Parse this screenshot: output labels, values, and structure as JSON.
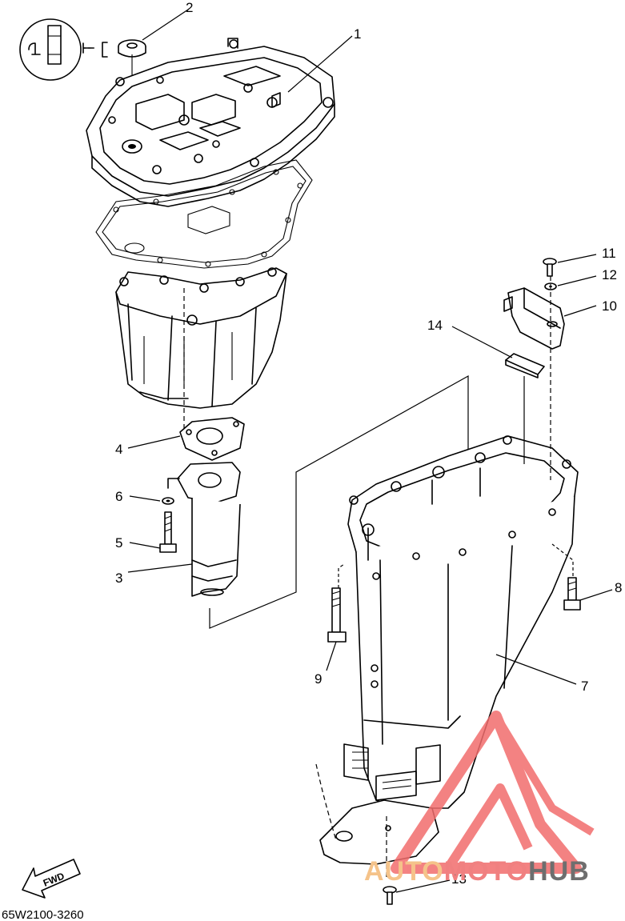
{
  "diagram": {
    "callouts": {
      "c1": "1",
      "c2": "2",
      "c3": "3",
      "c4": "4",
      "c5": "5",
      "c6": "6",
      "c7": "7",
      "c8": "8",
      "c9": "9",
      "c10": "10",
      "c11": "11",
      "c12": "12",
      "c13": "13",
      "c14": "14"
    },
    "direction_label": "FWD",
    "part_code": "65W2100-3260"
  },
  "watermark": {
    "brand_part1": "AUTO",
    "brand_part2": "MOTO",
    "brand_part3": "HUB",
    "colors": {
      "auto": "#f5c38a",
      "moto": "#f08080",
      "hub": "#6e6e6e",
      "logo": "#f26d6d"
    }
  }
}
